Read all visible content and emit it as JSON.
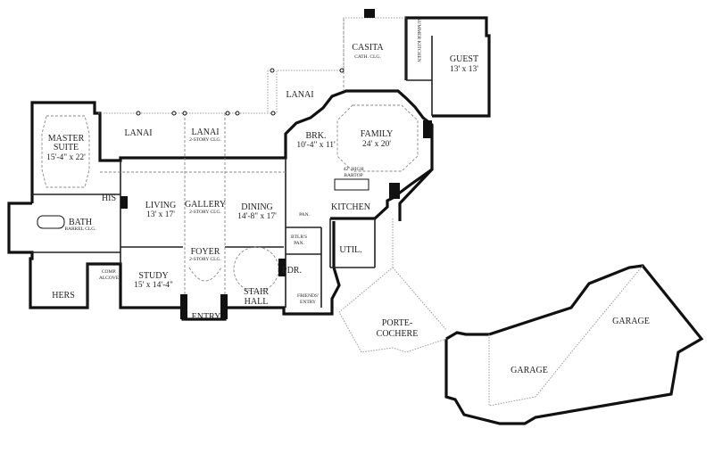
{
  "rooms": {
    "casita": {
      "name": "CASITA",
      "note": "CATH. CLG."
    },
    "summer_kitchen": {
      "name": "SUMMER KITCHEN"
    },
    "guest": {
      "name": "GUEST",
      "size": "13' x 13'"
    },
    "lanai_right": {
      "name": "LANAI"
    },
    "lanai_left": {
      "name": "LANAI"
    },
    "lanai_center": {
      "name": "LANAI",
      "note": "2-STORY CLG."
    },
    "master_suite": {
      "name1": "MASTER",
      "name2": "SUITE",
      "size": "15'-4\" x 22'"
    },
    "breakfast": {
      "name": "BRK.",
      "size": "10'-4\" x 11'"
    },
    "family": {
      "name": "FAMILY",
      "size": "24' x 20'"
    },
    "bartop": {
      "line1": "42\" HIGH",
      "line2": "BARTOP"
    },
    "kitchen": {
      "name": "KITCHEN"
    },
    "his": {
      "name": "HIS"
    },
    "living": {
      "name": "LIVING",
      "size": "13' x 17'"
    },
    "gallery": {
      "name": "GALLERY",
      "note": "2-STORY CLG."
    },
    "dining": {
      "name": "DINING",
      "size": "14'-8\" x 17'"
    },
    "bath": {
      "name": "BATH",
      "note": "BARREL CLG."
    },
    "pantry": {
      "name": "PAN."
    },
    "butlers_pantry": {
      "name1": "BTLR'S",
      "name2": "PAN."
    },
    "utility": {
      "name": "UTIL."
    },
    "foyer": {
      "name": "FOYER",
      "note": "2-STORY CLG."
    },
    "comp_alcove": {
      "name1": "COMP.",
      "name2": "ALCOVE"
    },
    "study": {
      "name": "STUDY",
      "size": "15' x 14'-4\""
    },
    "powder": {
      "name": "PDR."
    },
    "hers": {
      "name": "HERS"
    },
    "stair_hall": {
      "name1": "STAIR",
      "name2": "HALL"
    },
    "friends_entry": {
      "name1": "FRIENDS'",
      "name2": "ENTRY"
    },
    "entry": {
      "name": "ENTRY"
    },
    "porte_cochere": {
      "name1": "PORTE-",
      "name2": "COCHERE"
    },
    "garage_1": {
      "name": "GARAGE"
    },
    "garage_2": {
      "name": "GARAGE"
    }
  }
}
